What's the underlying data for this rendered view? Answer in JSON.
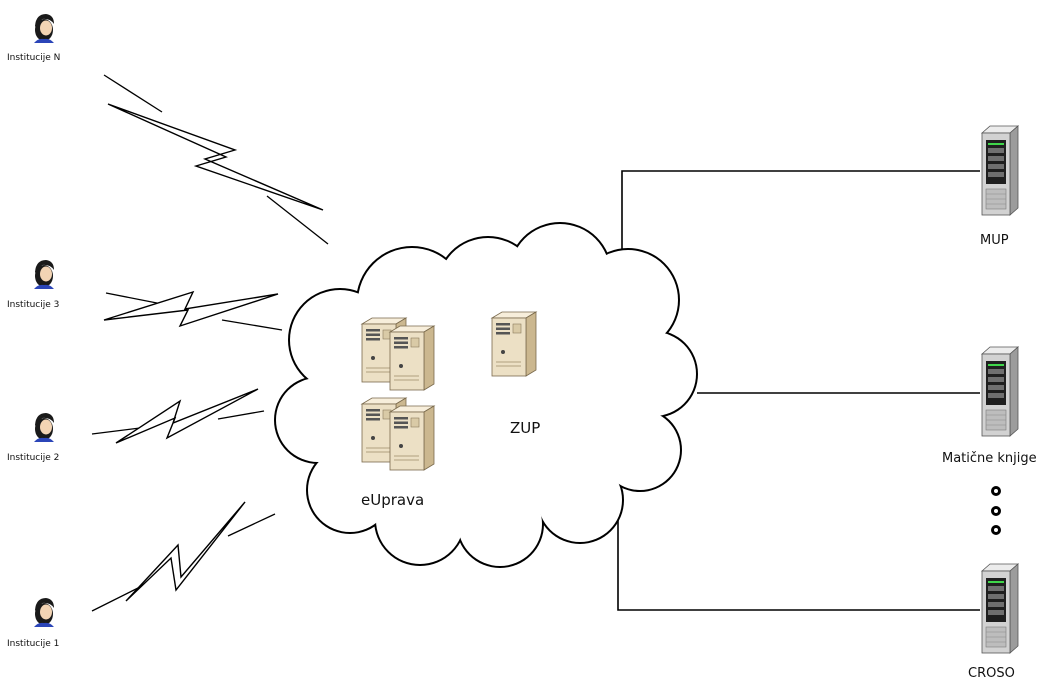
{
  "institutions": [
    {
      "label": "Institucije N"
    },
    {
      "label": "Institucije 3"
    },
    {
      "label": "Institucije 2"
    },
    {
      "label": "Institucije 1"
    }
  ],
  "cloud": {
    "eUprava_label": "eUprava",
    "zup_label": "ZUP"
  },
  "servers": [
    {
      "label": "MUP"
    },
    {
      "label": "Matične knjige"
    },
    {
      "label": "CROSO"
    }
  ],
  "colors": {
    "line": "#000000",
    "server_beige": "#e9dcc0",
    "server_gray": "#c8c8c8",
    "led_green": "#3fd64a"
  }
}
